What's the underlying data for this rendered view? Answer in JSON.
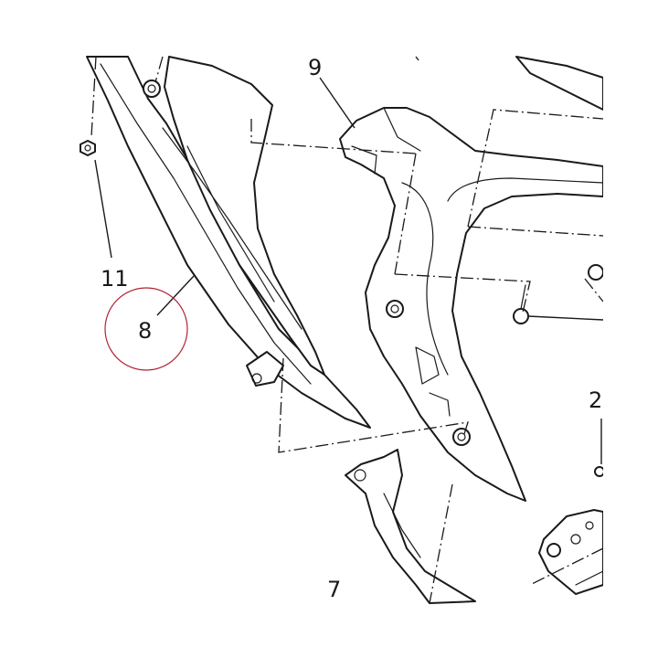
{
  "callouts": {
    "c9": "9",
    "c11": "11",
    "c8": "8",
    "c2": "2",
    "c7": "7"
  },
  "colors": {
    "line": "#1a1a1a",
    "highlight_circle": "#b22233"
  }
}
